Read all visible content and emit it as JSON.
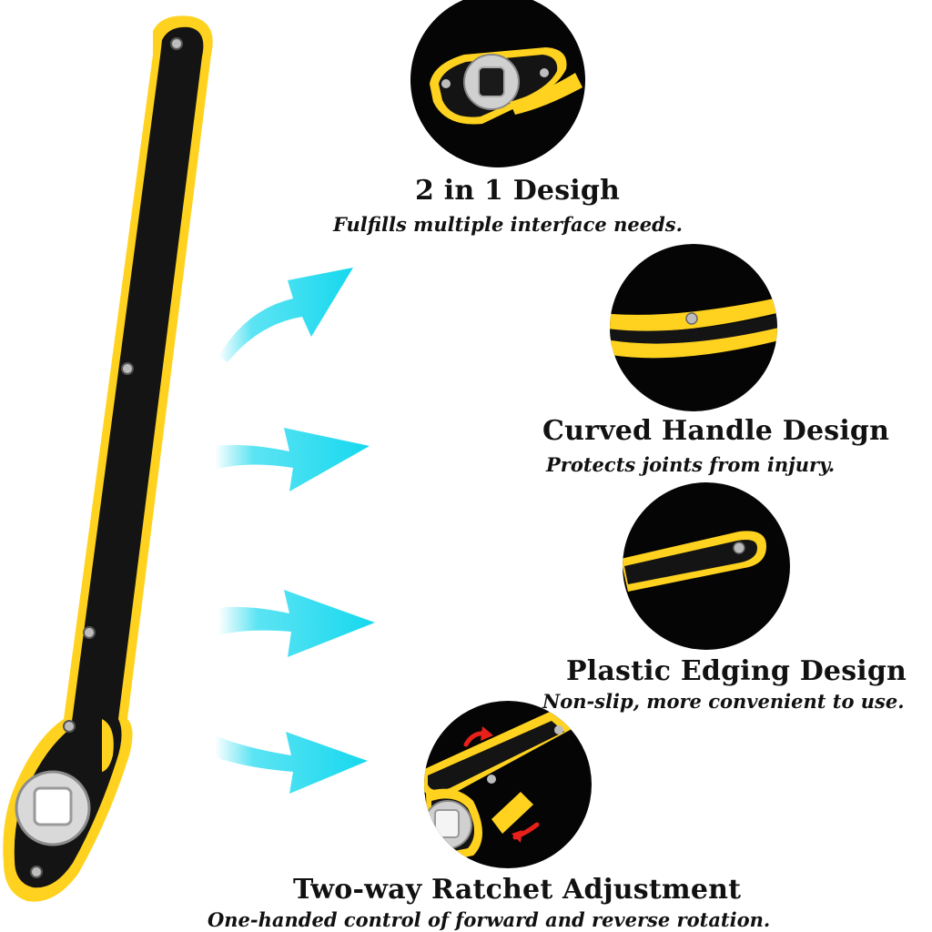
{
  "colors": {
    "handle_black": "#141414",
    "edge_yellow": "#ffd21f",
    "arrow_cyan": "#16d8ee",
    "rotation_red": "#e8201a",
    "circle_black": "#050505"
  },
  "tool": {
    "icon": "ratchet-wrench"
  },
  "features": [
    {
      "title": "2 in 1 Desigh",
      "subtitle": "Fulfills multiple interface needs.",
      "icon": "socket-head-closeup"
    },
    {
      "title": "Curved Handle Design",
      "subtitle": "Protects joints from injury.",
      "icon": "curved-handle-closeup"
    },
    {
      "title": "Plastic Edging Design",
      "subtitle": "Non-slip, more convenient to use.",
      "icon": "plastic-edge-closeup"
    },
    {
      "title": "Two-way Ratchet Adjustment",
      "subtitle": "One-handed control of forward and reverse rotation.",
      "icon": "ratchet-direction-closeup"
    }
  ]
}
